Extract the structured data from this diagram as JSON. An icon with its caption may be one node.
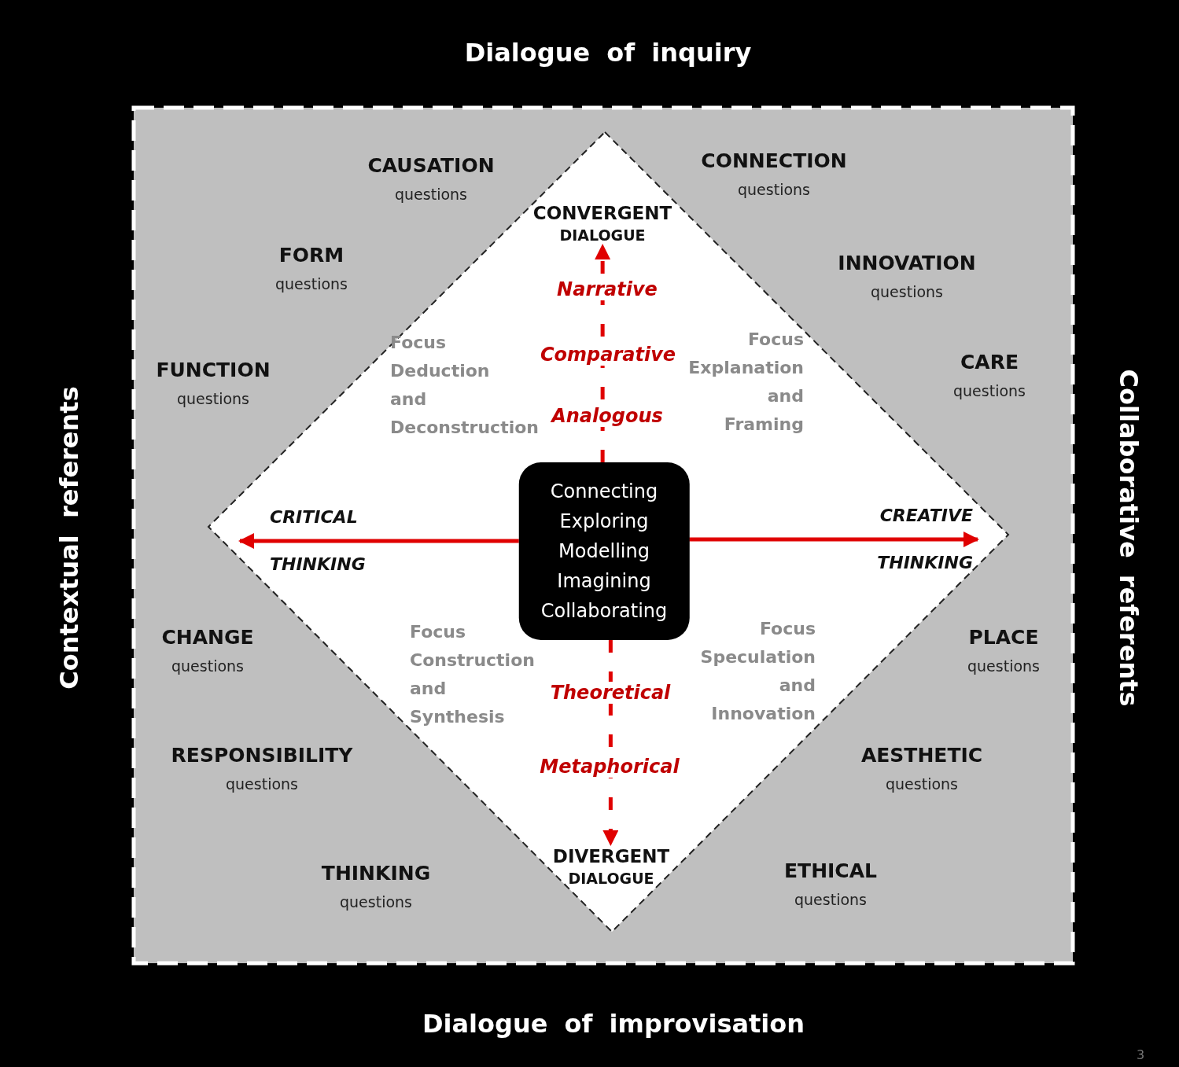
{
  "diagram": {
    "nodes": [
      {
        "text": [
          "Connecting Exploring Modelling Imagining Collaborating"
        ]
      },
      {
        "text": [
          "CONVERGENT",
          "DIALOGUE"
        ]
      },
      {
        "text": [
          "DIVERGENT",
          "DIALOGUE"
        ]
      },
      {
        "text": [
          "CRITICAL",
          "THINKING"
        ]
      },
      {
        "text": [
          "CREATIVE",
          "THINKING"
        ]
      }
    ],
    "edges": [
      {
        "from": 0,
        "to": 1,
        "arrow": "to",
        "style": "dashed"
      },
      {
        "from": 0,
        "to": 2,
        "arrow": "to",
        "style": "dashed"
      },
      {
        "from": 0,
        "to": 3,
        "arrow": "to"
      },
      {
        "from": 0,
        "to": 4,
        "arrow": "to"
      }
    ],
    "labels": [
      "Dialogue of inquiry",
      "CAUSATION",
      "questions",
      "CONNECTION",
      "questions",
      "FORM",
      "questions",
      "Narrative",
      "INNOVATION",
      "questions",
      "Comparative",
      "Focus Deduction and Deconstruction",
      "Focus Explanation and Framing",
      "FUNCTION",
      "questions",
      "CARE",
      "questions",
      "Analogous",
      "Contextual referents",
      "Collaborative referents",
      "CHANGE",
      "questions",
      "PLACE",
      "questions",
      "Focus Construction and Synthesis",
      "Focus Speculation and Innovation",
      "Theoretical",
      "RESPONSIBILITY",
      "questions",
      "AESTHETIC",
      "questions",
      "Metaphorical",
      "THINKING",
      "questions",
      "ETHICAL",
      "questions",
      "Dialogue of improvisation",
      "3"
    ]
  }
}
